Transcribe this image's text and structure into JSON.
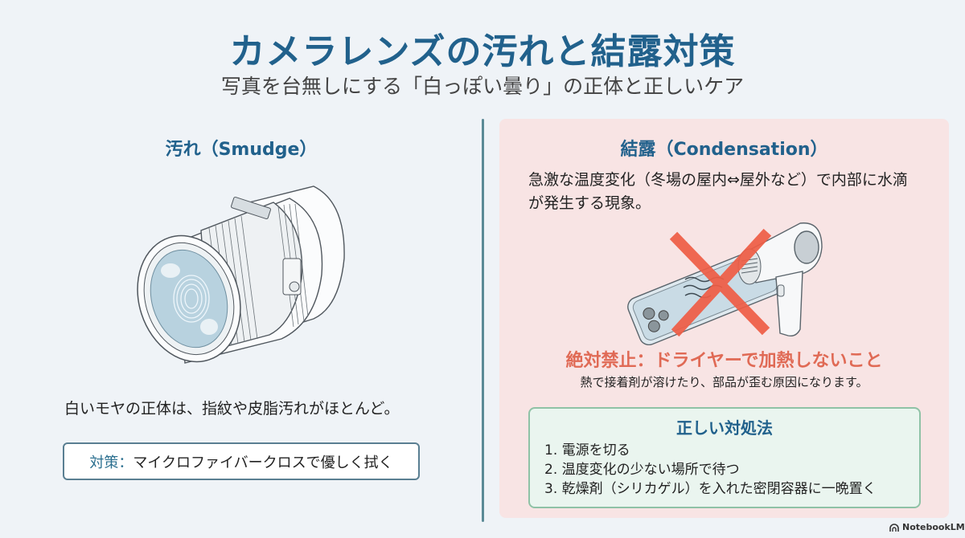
{
  "header": {
    "title": "カメラレンズの汚れと結露対策",
    "subtitle": "写真を台無しにする「白っぽい曇り」の正体と正しいケア"
  },
  "smudge": {
    "heading": "汚れ（Smudge）",
    "illustration": "lens-with-fingerprint",
    "description": "白いモヤの正体は、指紋や皮脂汚れがほとんど。",
    "tip_label": "対策：",
    "tip_text": "マイクロファイバークロスで優しく拭く"
  },
  "condensation": {
    "heading": "結露（Condensation）",
    "description": "急激な温度変化（冬場の屋内⇔屋外など）で内部に水滴が発生する現象。",
    "illustration": "hair-dryer-on-phone-crossed-out",
    "warning": "絶対禁止：ドライヤーで加熱しないこと",
    "warning_sub": "熱で接着剤が溶けたり、部品が歪む原因になります。",
    "proper": {
      "title": "正しい対処法",
      "steps": [
        "1. 電源を切る",
        "2. 温度変化の少ない場所で待つ",
        "3. 乾燥剤（シリカゲル）を入れた密閉容器に一晩置く"
      ]
    }
  },
  "footer": {
    "brand": "NotebookLM"
  },
  "colors": {
    "background": "#eff3f7",
    "title": "#21618c",
    "panel_pink": "#f8e4e4",
    "warning": "#e06a55",
    "proper_box": "#eaf5ef",
    "divider": "#5b8a96"
  }
}
